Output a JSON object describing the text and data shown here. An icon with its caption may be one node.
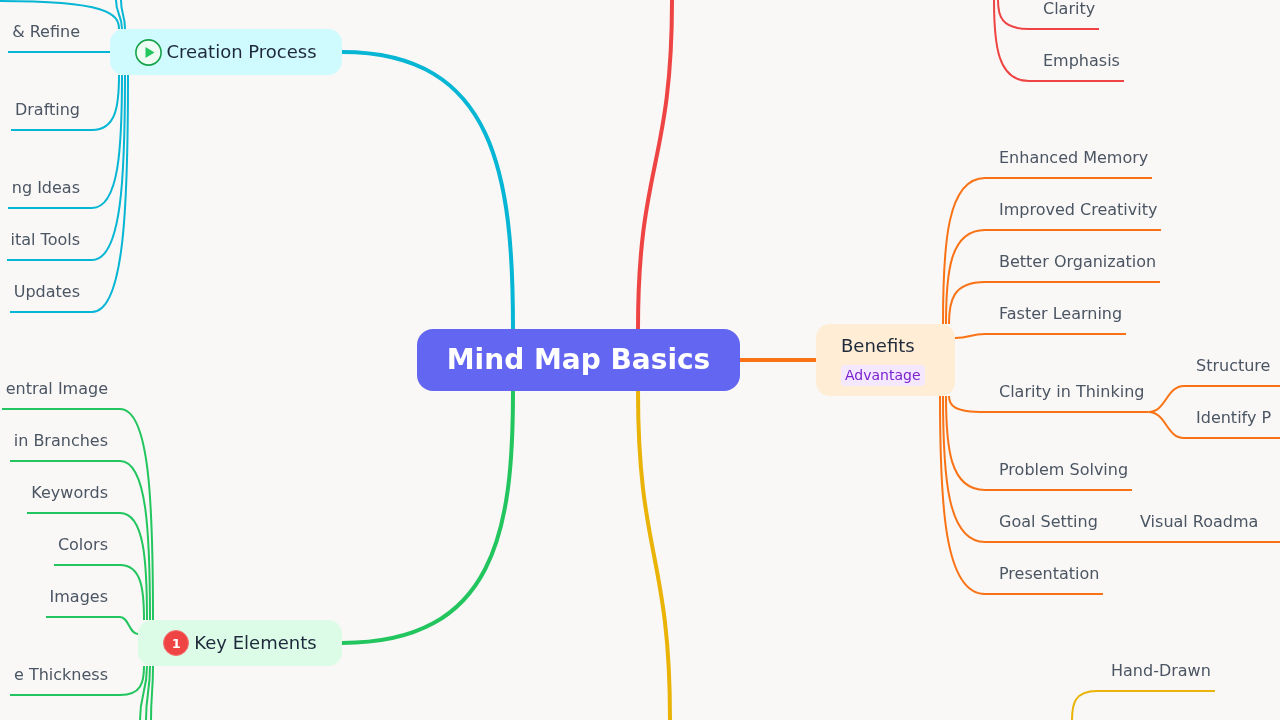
{
  "diagram": {
    "nodes": [
      {
        "text": [
          "Mind Map Basics"
        ]
      },
      {
        "text": [
          "Creation Process"
        ]
      },
      {
        "text": [
          "& Refine"
        ]
      },
      {
        "text": [
          "Drafting"
        ]
      },
      {
        "text": [
          "ng Ideas"
        ]
      },
      {
        "text": [
          "ital Tools"
        ]
      },
      {
        "text": [
          "Updates"
        ]
      },
      {
        "text": [
          "1",
          "Key Elements"
        ]
      },
      {
        "text": [
          "entral Image"
        ]
      },
      {
        "text": [
          "in Branches"
        ]
      },
      {
        "text": [
          "Keywords"
        ]
      },
      {
        "text": [
          "Colors"
        ]
      },
      {
        "text": [
          "Images"
        ]
      },
      {
        "text": [
          "e Thickness"
        ]
      },
      {
        "text": [
          "Clarity"
        ]
      },
      {
        "text": [
          "Emphasis"
        ]
      },
      {
        "text": [
          "Benefits",
          "Advantage"
        ]
      },
      {
        "text": [
          "Enhanced Memory"
        ]
      },
      {
        "text": [
          "Improved Creativity"
        ]
      },
      {
        "text": [
          "Better Organization"
        ]
      },
      {
        "text": [
          "Faster Learning"
        ]
      },
      {
        "text": [
          "Clarity in Thinking"
        ]
      },
      {
        "text": [
          "Structure"
        ]
      },
      {
        "text": [
          "Identify P"
        ]
      },
      {
        "text": [
          "Problem Solving"
        ]
      },
      {
        "text": [
          "Goal Setting"
        ]
      },
      {
        "text": [
          "Visual Roadma"
        ]
      },
      {
        "text": [
          "Presentation"
        ]
      },
      {
        "text": [
          "Hand-Drawn"
        ]
      }
    ],
    "edges": [
      {
        "from": 0,
        "to": 1,
        "arrow": "none",
        "style": "thick",
        "color": "#06b6d4"
      },
      {
        "from": 0,
        "to": 7,
        "arrow": "none",
        "style": "thick",
        "color": "#22c55e"
      },
      {
        "from": 0,
        "to": 16,
        "arrow": "none",
        "style": "thick",
        "color": "#f97316"
      },
      {
        "from": 0,
        "to": null,
        "arrow": "none",
        "style": "thick",
        "color": "#ef4444"
      },
      {
        "from": 0,
        "to": null,
        "arrow": "none",
        "style": "thick",
        "color": "#eab308"
      },
      {
        "from": 1,
        "to": null,
        "arrow": "none",
        "color": "#06b6d4"
      },
      {
        "from": 1,
        "to": null,
        "arrow": "none",
        "color": "#06b6d4"
      },
      {
        "from": 1,
        "to": null,
        "arrow": "none",
        "color": "#06b6d4"
      },
      {
        "from": 1,
        "to": 2,
        "arrow": "none",
        "color": "#06b6d4"
      },
      {
        "from": 1,
        "to": 3,
        "arrow": "none",
        "color": "#06b6d4"
      },
      {
        "from": 1,
        "to": 4,
        "arrow": "none",
        "color": "#06b6d4"
      },
      {
        "from": 1,
        "to": 5,
        "arrow": "none",
        "color": "#06b6d4"
      },
      {
        "from": 1,
        "to": 6,
        "arrow": "none",
        "color": "#06b6d4"
      },
      {
        "from": 7,
        "to": 8,
        "arrow": "none",
        "color": "#22c55e"
      },
      {
        "from": 7,
        "to": 9,
        "arrow": "none",
        "color": "#22c55e"
      },
      {
        "from": 7,
        "to": 10,
        "arrow": "none",
        "color": "#22c55e"
      },
      {
        "from": 7,
        "to": 11,
        "arrow": "none",
        "color": "#22c55e"
      },
      {
        "from": 7,
        "to": 12,
        "arrow": "none",
        "color": "#22c55e"
      },
      {
        "from": 7,
        "to": 13,
        "arrow": "none",
        "color": "#22c55e"
      },
      {
        "from": 7,
        "to": null,
        "arrow": "none",
        "color": "#22c55e"
      },
      {
        "from": 7,
        "to": null,
        "arrow": "none",
        "color": "#22c55e"
      },
      {
        "from": 7,
        "to": null,
        "arrow": "none",
        "color": "#22c55e"
      },
      {
        "from": null,
        "to": 14,
        "arrow": "none",
        "color": "#ef4444"
      },
      {
        "from": null,
        "to": 15,
        "arrow": "none",
        "color": "#ef4444"
      },
      {
        "from": 16,
        "to": 17,
        "arrow": "none",
        "color": "#f97316"
      },
      {
        "from": 16,
        "to": 18,
        "arrow": "none",
        "color": "#f97316"
      },
      {
        "from": 16,
        "to": 19,
        "arrow": "none",
        "color": "#f97316"
      },
      {
        "from": 16,
        "to": 20,
        "arrow": "none",
        "color": "#f97316"
      },
      {
        "from": 16,
        "to": 21,
        "arrow": "none",
        "color": "#f97316"
      },
      {
        "from": 21,
        "to": 22,
        "arrow": "none",
        "color": "#f97316"
      },
      {
        "from": 21,
        "to": 23,
        "arrow": "none",
        "color": "#f97316"
      },
      {
        "from": 16,
        "to": 24,
        "arrow": "none",
        "color": "#f97316"
      },
      {
        "from": 16,
        "to": 25,
        "arrow": "none",
        "color": "#f97316"
      },
      {
        "from": 25,
        "to": 26,
        "arrow": "none",
        "color": "#f97316"
      },
      {
        "from": 16,
        "to": 27,
        "arrow": "none",
        "color": "#f97316"
      },
      {
        "from": null,
        "to": 28,
        "arrow": "none",
        "color": "#eab308"
      }
    ]
  }
}
